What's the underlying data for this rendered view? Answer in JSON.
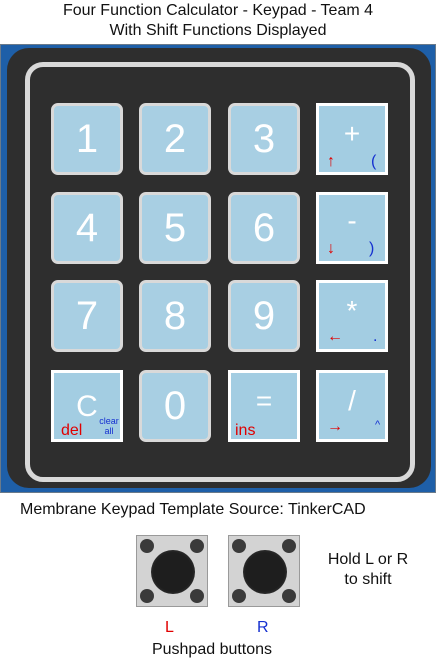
{
  "title_line1": "Four Function Calculator - Keypad - Team 4",
  "title_line2": "With Shift Functions Displayed",
  "keys": {
    "k1": "1",
    "k2": "2",
    "k3": "3",
    "plus": "+",
    "k4": "4",
    "k5": "5",
    "k6": "6",
    "minus": "-",
    "k7": "7",
    "k8": "8",
    "k9": "9",
    "times": "*",
    "clear": "C",
    "k0": "0",
    "equals": "=",
    "divide": "/"
  },
  "shift": {
    "plus_left": "↑",
    "plus_right": "(",
    "minus_left": "↓",
    "minus_right": ")",
    "times_left": "←",
    "times_right": ".",
    "divide_left": "→",
    "divide_right": "^",
    "clear_left": "del",
    "clear_right_line1": "clear",
    "clear_right_line2": "all",
    "equals_left": "ins"
  },
  "colors": {
    "left_shift": "#e00000",
    "right_shift": "#1530d0",
    "key": "#a8cfe3"
  },
  "caption": "Membrane Keypad Template Source: TinkerCAD",
  "buttons": {
    "left_label": "L",
    "right_label": "R",
    "name": "Pushpad buttons"
  },
  "hold_line1": "Hold L or R",
  "hold_line2": "to shift"
}
